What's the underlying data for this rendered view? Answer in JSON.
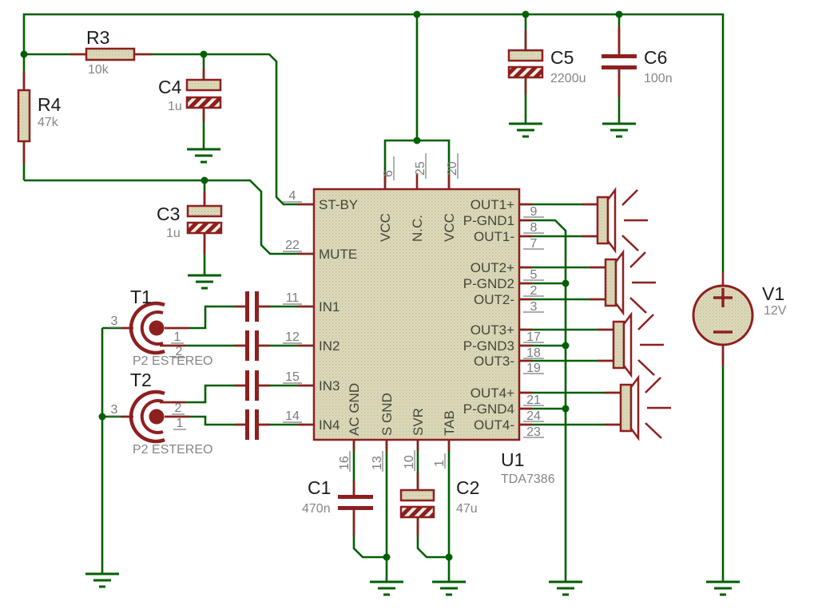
{
  "schematic": {
    "ic": {
      "ref": "U1",
      "part": "TDA7386",
      "left_pins": [
        {
          "num": "4",
          "label": "ST-BY"
        },
        {
          "num": "22",
          "label": "MUTE"
        },
        {
          "num": "11",
          "label": "IN1"
        },
        {
          "num": "12",
          "label": "IN2"
        },
        {
          "num": "15",
          "label": "IN3"
        },
        {
          "num": "14",
          "label": "IN4"
        }
      ],
      "top_pins": [
        {
          "num": "6",
          "label": "VCC"
        },
        {
          "num": "25",
          "label": "N.C."
        },
        {
          "num": "20",
          "label": "VCC"
        }
      ],
      "bottom_pins": [
        {
          "num": "16",
          "label": "AC GND"
        },
        {
          "num": "13",
          "label": "S GND"
        },
        {
          "num": "10",
          "label": "SVR"
        },
        {
          "num": "1",
          "label": "TAB"
        }
      ],
      "right_pins": [
        {
          "num": "9",
          "label": "OUT1+"
        },
        {
          "num": "8",
          "label": "P-GND1"
        },
        {
          "num": "7",
          "label": "OUT1-"
        },
        {
          "num": "5",
          "label": "OUT2+"
        },
        {
          "num": "2",
          "label": "P-GND2"
        },
        {
          "num": "3",
          "label": "OUT2-"
        },
        {
          "num": "17",
          "label": "OUT3+"
        },
        {
          "num": "18",
          "label": "P-GND3"
        },
        {
          "num": "19",
          "label": "OUT3-"
        },
        {
          "num": "21",
          "label": "OUT4+"
        },
        {
          "num": "24",
          "label": "P-GND4"
        },
        {
          "num": "23",
          "label": "OUT4-"
        }
      ]
    },
    "components": {
      "r3": {
        "ref": "R3",
        "value": "10k"
      },
      "r4": {
        "ref": "R4",
        "value": "47k"
      },
      "c1": {
        "ref": "C1",
        "value": "470n"
      },
      "c2": {
        "ref": "C2",
        "value": "47u"
      },
      "c3": {
        "ref": "C3",
        "value": "1u"
      },
      "c4": {
        "ref": "C4",
        "value": "1u"
      },
      "c5": {
        "ref": "C5",
        "value": "2200u"
      },
      "c6": {
        "ref": "C6",
        "value": "100n"
      },
      "v1": {
        "ref": "V1",
        "value": "12V"
      },
      "t1": {
        "ref": "T1",
        "value": "P2 ESTEREO",
        "pin1": "1",
        "pin2": "2",
        "pin3": "3"
      },
      "t2": {
        "ref": "T2",
        "value": "P2 ESTEREO",
        "pin1": "1",
        "pin2": "2",
        "pin3": "3"
      }
    },
    "colors": {
      "wire": "#005f00",
      "component": "#8e1f1f",
      "component_fill": "#dcd9b8",
      "label": "#1c1c1c",
      "value": "#858585",
      "pin_number": "#7c7c7c",
      "pin_label": "#45453a",
      "background": "#ffffff"
    }
  }
}
